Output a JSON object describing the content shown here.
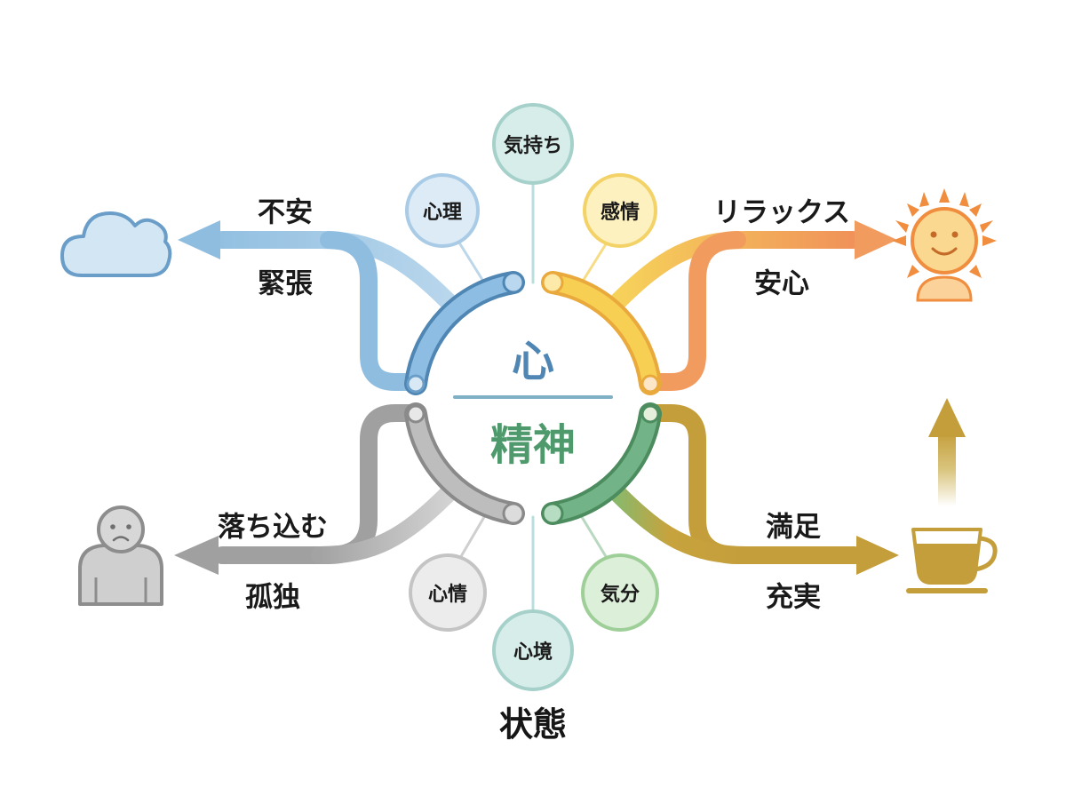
{
  "center": {
    "top": "心",
    "bottom": "精神",
    "bottom_title": "状態"
  },
  "nodes": {
    "kimochi": "気持ち",
    "shinri": "心理",
    "kanjo": "感情",
    "shinjo": "心情",
    "shinkyo": "心境",
    "kibun": "気分"
  },
  "branches": {
    "anxiety": {
      "top": "不安",
      "bottom": "緊張",
      "color": "#8fbde0",
      "icon": "cloud-icon"
    },
    "relax": {
      "top": "リラックス",
      "bottom": "安心",
      "color": "#f29b5e",
      "icon": "smiling-sun-icon"
    },
    "depressed": {
      "top": "落ち込む",
      "bottom": "孤独",
      "color": "#a6a6a6",
      "icon": "sad-person-icon"
    },
    "satisfied": {
      "top": "満足",
      "bottom": "充実",
      "color": "#c49e3a",
      "icon": "coffee-cup-icon"
    }
  },
  "colors": {
    "blue": "#6a9ec9",
    "yellow": "#f5c54a",
    "green": "#5fa475",
    "gray": "#9a9a9a",
    "teal": "#a9d3d1",
    "center_top": "#4f86b3",
    "center_bottom": "#4e9a6c"
  }
}
